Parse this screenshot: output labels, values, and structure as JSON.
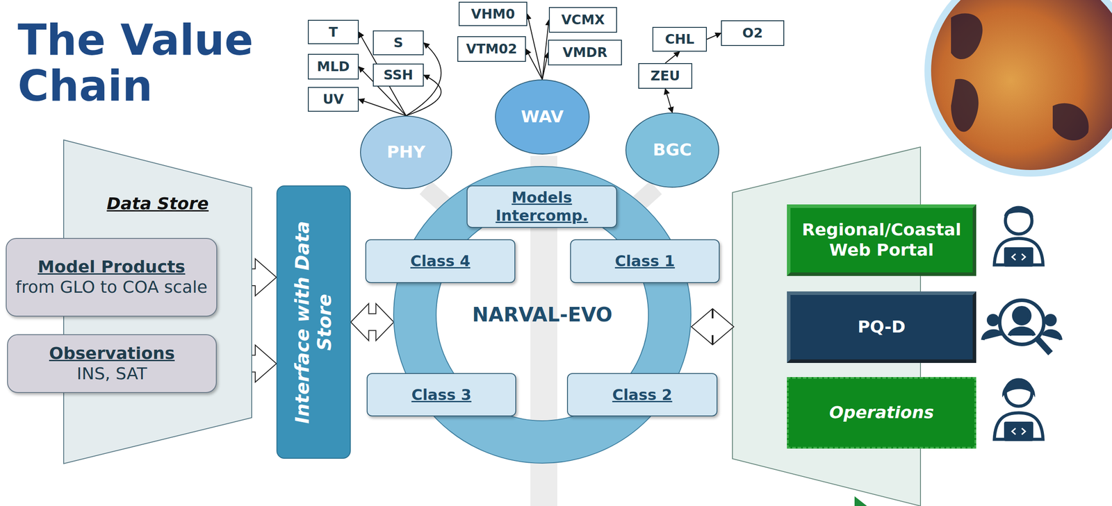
{
  "diagram": {
    "title": "The Value Chain",
    "nodes": [
      {
        "text": [
          "Data Store"
        ]
      },
      {
        "text": [
          "Model Products",
          "from GLO to COA scale"
        ],
        "in": 0
      },
      {
        "text": [
          "Observations",
          "INS, SAT"
        ],
        "in": 0
      },
      {
        "text": [
          "Interface with Data Store"
        ]
      },
      {
        "text": [
          "NARVAL-EVO"
        ]
      },
      {
        "text": [
          "Models Intercomp."
        ],
        "in": 4
      },
      {
        "text": [
          "Class 4"
        ],
        "in": 4
      },
      {
        "text": [
          "Class 1"
        ],
        "in": 4
      },
      {
        "text": [
          "Class 3"
        ],
        "in": 4
      },
      {
        "text": [
          "Class 2"
        ],
        "in": 4
      },
      {
        "text": [
          "PHY"
        ]
      },
      {
        "text": [
          "WAV"
        ]
      },
      {
        "text": [
          "BGC"
        ]
      },
      {
        "text": [
          "T"
        ]
      },
      {
        "text": [
          "S"
        ]
      },
      {
        "text": [
          "MLD"
        ]
      },
      {
        "text": [
          "SSH"
        ]
      },
      {
        "text": [
          "UV"
        ]
      },
      {
        "text": [
          "VHM0"
        ]
      },
      {
        "text": [
          "VCMX"
        ]
      },
      {
        "text": [
          "VTM02"
        ]
      },
      {
        "text": [
          "VMDR"
        ]
      },
      {
        "text": [
          "CHL"
        ]
      },
      {
        "text": [
          "O2"
        ]
      },
      {
        "text": [
          "ZEU"
        ]
      },
      {
        "text": [
          "Regional/Coastal Web Portal"
        ]
      },
      {
        "text": [
          "PQ-D"
        ]
      },
      {
        "text": [
          "Operations"
        ]
      }
    ],
    "edges": [
      {
        "from": 1,
        "to": 3,
        "arrow": "both"
      },
      {
        "from": 2,
        "to": 3,
        "arrow": "both"
      },
      {
        "from": 3,
        "to": 4,
        "arrow": "both"
      },
      {
        "from": 10,
        "to": 13,
        "arrow": "to"
      },
      {
        "from": 10,
        "to": 14,
        "arrow": "to"
      },
      {
        "from": 10,
        "to": 15,
        "arrow": "to"
      },
      {
        "from": 10,
        "to": 16,
        "arrow": "to"
      },
      {
        "from": 10,
        "to": 17,
        "arrow": "to"
      },
      {
        "from": 11,
        "to": 18,
        "arrow": "to"
      },
      {
        "from": 11,
        "to": 19,
        "arrow": "to"
      },
      {
        "from": 11,
        "to": 20,
        "arrow": "to"
      },
      {
        "from": 11,
        "to": 21,
        "arrow": "to"
      },
      {
        "from": 12,
        "to": 24,
        "arrow": "both"
      },
      {
        "from": 24,
        "to": 22,
        "arrow": "to"
      },
      {
        "from": 22,
        "to": 23,
        "arrow": "to"
      }
    ]
  }
}
